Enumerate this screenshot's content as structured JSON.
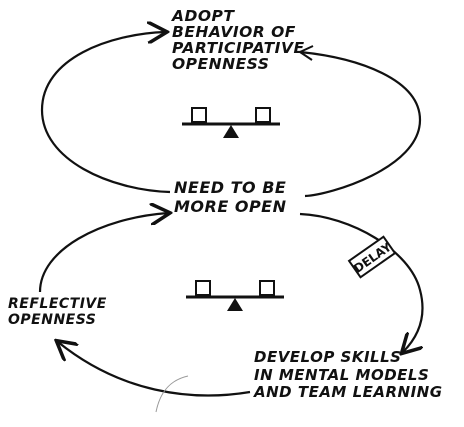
{
  "diagram": {
    "top_node": "ADOPT\nBEHAVIOR OF\nPARTICIPATIVE\nOPENNESS",
    "center_node": "NEED TO BE\nMORE OPEN",
    "left_node": "REFLECTIVE\nOPENNESS",
    "bottom_node": "DEVELOP SKILLS\nIN MENTAL MODELS\nAND TEAM LEARNING",
    "delay_label": "DELAY",
    "balance_icons": [
      "seesaw-balance-icon",
      "seesaw-balance-icon"
    ],
    "ink_color": "#111111"
  }
}
